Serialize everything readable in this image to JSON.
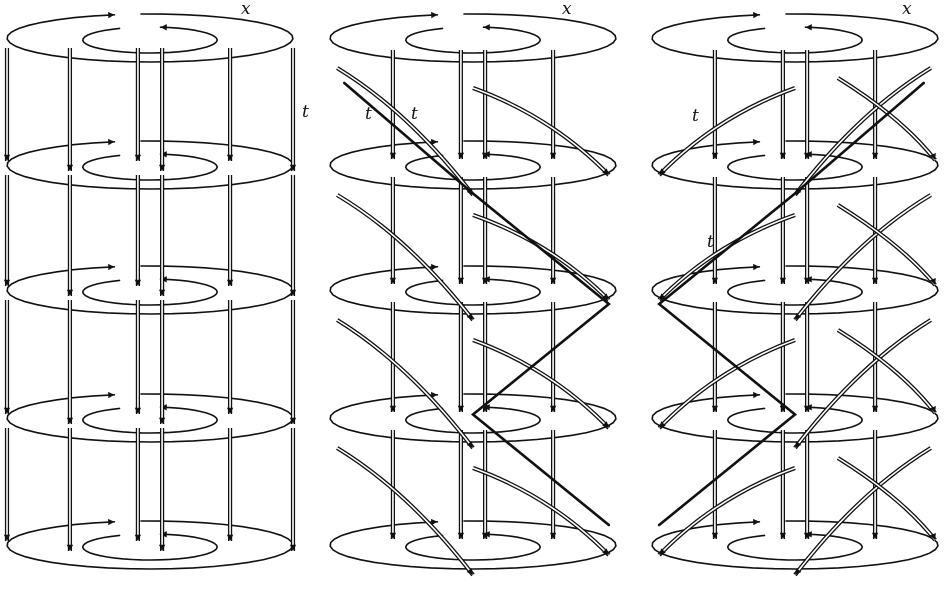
{
  "figure": {
    "panels": [
      {
        "id": "left",
        "labels": {
          "x": "x",
          "t": [
            "t"
          ]
        },
        "twist": 0
      },
      {
        "id": "middle",
        "labels": {
          "x": "x",
          "t": [
            "t",
            "t"
          ]
        },
        "twist": 1
      },
      {
        "id": "right",
        "labels": {
          "x": "x",
          "t": [
            "t",
            "t"
          ]
        },
        "twist": 2
      }
    ],
    "line_color": "#111111",
    "background": "#ffffff"
  }
}
